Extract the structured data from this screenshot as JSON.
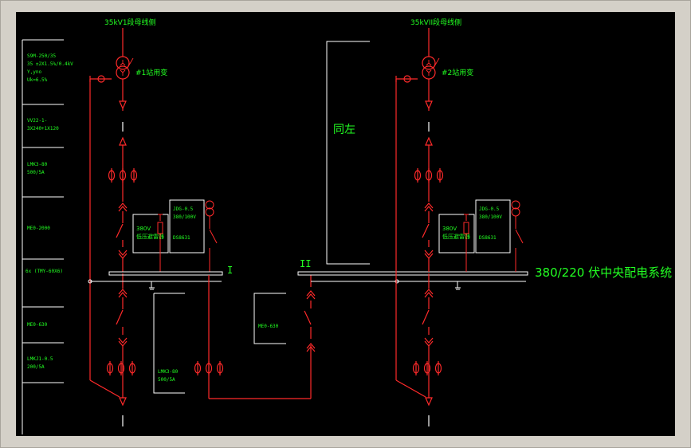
{
  "colors": {
    "background": "#000000",
    "window_frame": "#d4d0c8",
    "wire": "#ff2a2a",
    "label": "#22ff22",
    "frame": "#ffffff",
    "busbar": "#ffffff"
  },
  "left_section": {
    "incoming_title": "35kV1段母线侧",
    "transformer_label": "#1站用变",
    "panel_labels": [
      "380V",
      "低压避雷器"
    ],
    "meter_labels": [
      "JDG-0.5",
      "380/100V",
      "DS8631"
    ],
    "bus_number": "I"
  },
  "right_section": {
    "incoming_title": "35kVII段母线侧",
    "transformer_label": "#2站用变",
    "same_as_left": "同左",
    "panel_labels": [
      "380V",
      "低压避雷器"
    ],
    "meter_labels": [
      "JDG-0.5",
      "380/100V",
      "DS8631"
    ],
    "bus_number": "II",
    "system_title": "380/220 伏中央配电系统"
  },
  "tie_section": {
    "breaker_label": "ME0-630"
  },
  "equipment_table": {
    "rows": [
      [
        "S9M-250/35",
        "35 ±2X1.5%/0.4kV",
        "Y,yno",
        "Uk=6.5%"
      ],
      [
        "VV22-1-",
        "3X240+1X120"
      ],
      [
        "LMK3-80",
        "500/5A"
      ],
      [
        "ME0-2000"
      ],
      [
        "6x (TMY-60X6)"
      ],
      [
        "ME0-630"
      ],
      [
        "LMKJ1-0.5",
        "200/5A"
      ]
    ]
  },
  "ct_label": [
    "LMK3-80",
    "500/5A"
  ]
}
